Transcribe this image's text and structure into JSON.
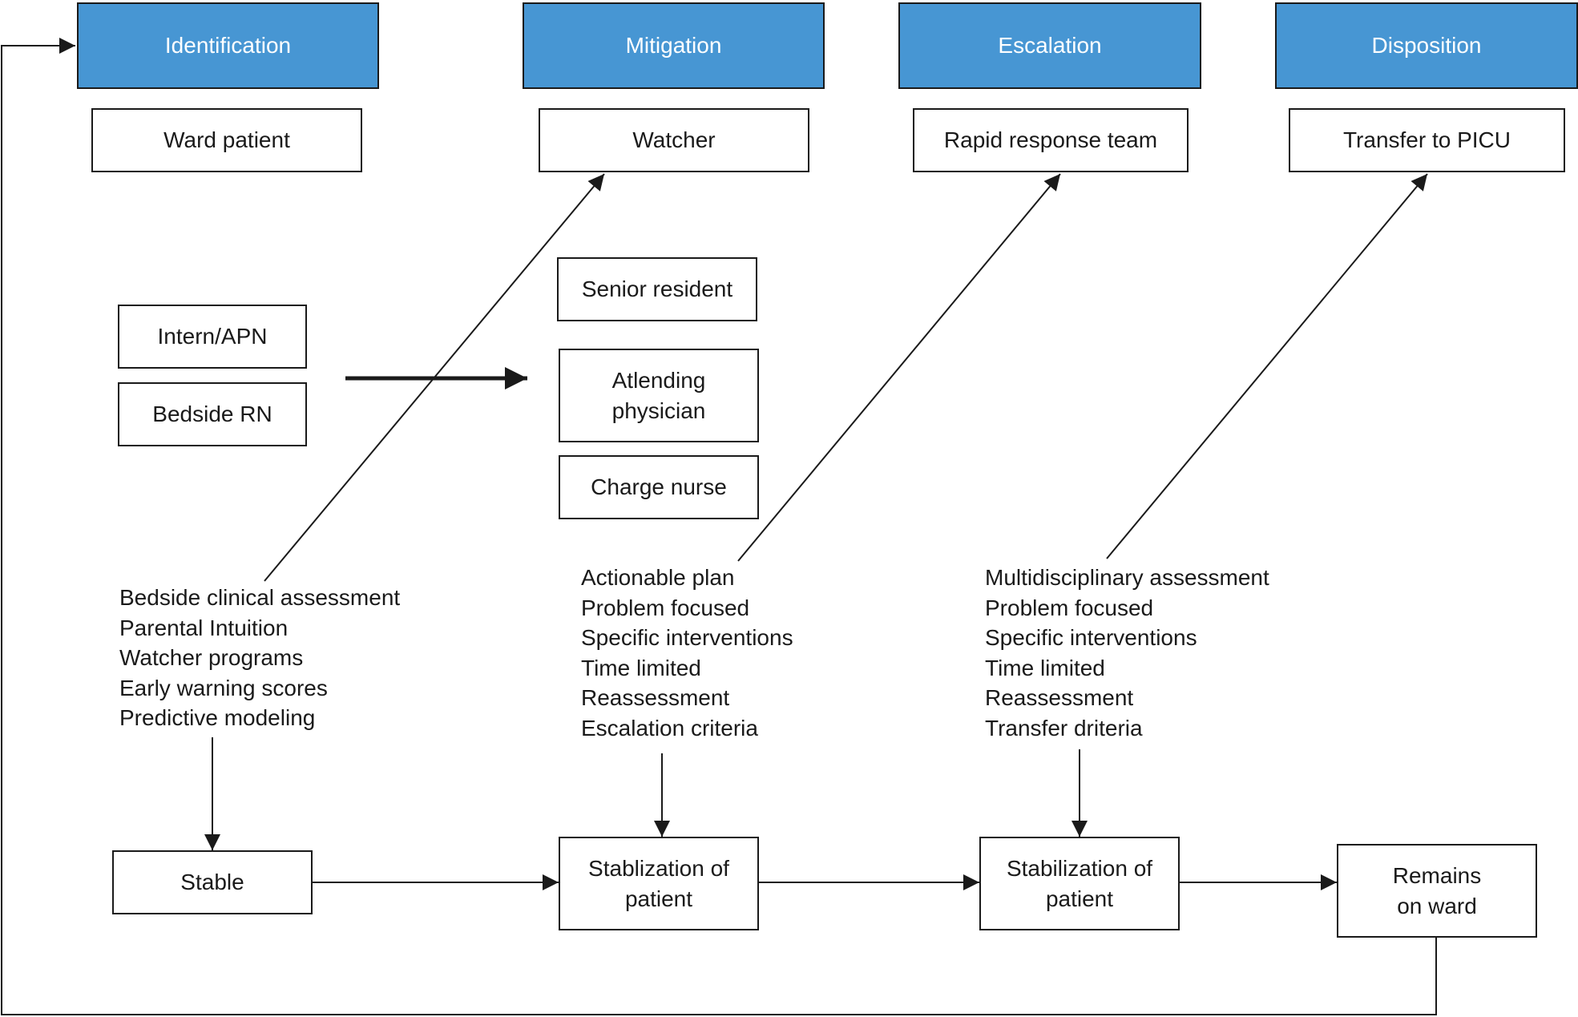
{
  "colors": {
    "header_fill": "#4796d3",
    "line": "#1a1a1a"
  },
  "stages": [
    {
      "title": "Identification",
      "box": "Ward patient"
    },
    {
      "title": "Mitigation",
      "box": "Watcher"
    },
    {
      "title": "Escalation",
      "box": "Rapid response team"
    },
    {
      "title": "Disposition",
      "box": "Transfer to PICU"
    }
  ],
  "left_roles": [
    "Intern/APN",
    "Bedside RN"
  ],
  "right_roles": [
    "Senior resident",
    "Atlending physician",
    "Charge nurse"
  ],
  "identification_list": [
    "Bedside clinical assessment",
    "Parental Intuition",
    "Watcher programs",
    "Early warning scores",
    "Predictive modeling"
  ],
  "mitigation_list": [
    "Actionable plan",
    "Problem focused",
    "Specific interventions",
    "Time limited",
    "Reassessment",
    "Escalation criteria"
  ],
  "escalation_list": [
    "Multidisciplinary assessment",
    "Problem focused",
    "Specific interventions",
    "Time limited",
    "Reassessment",
    "Transfer driteria"
  ],
  "outcomes": [
    "Stable",
    "Stablization of patient",
    "Stabilization of patient",
    "Remains on ward"
  ]
}
